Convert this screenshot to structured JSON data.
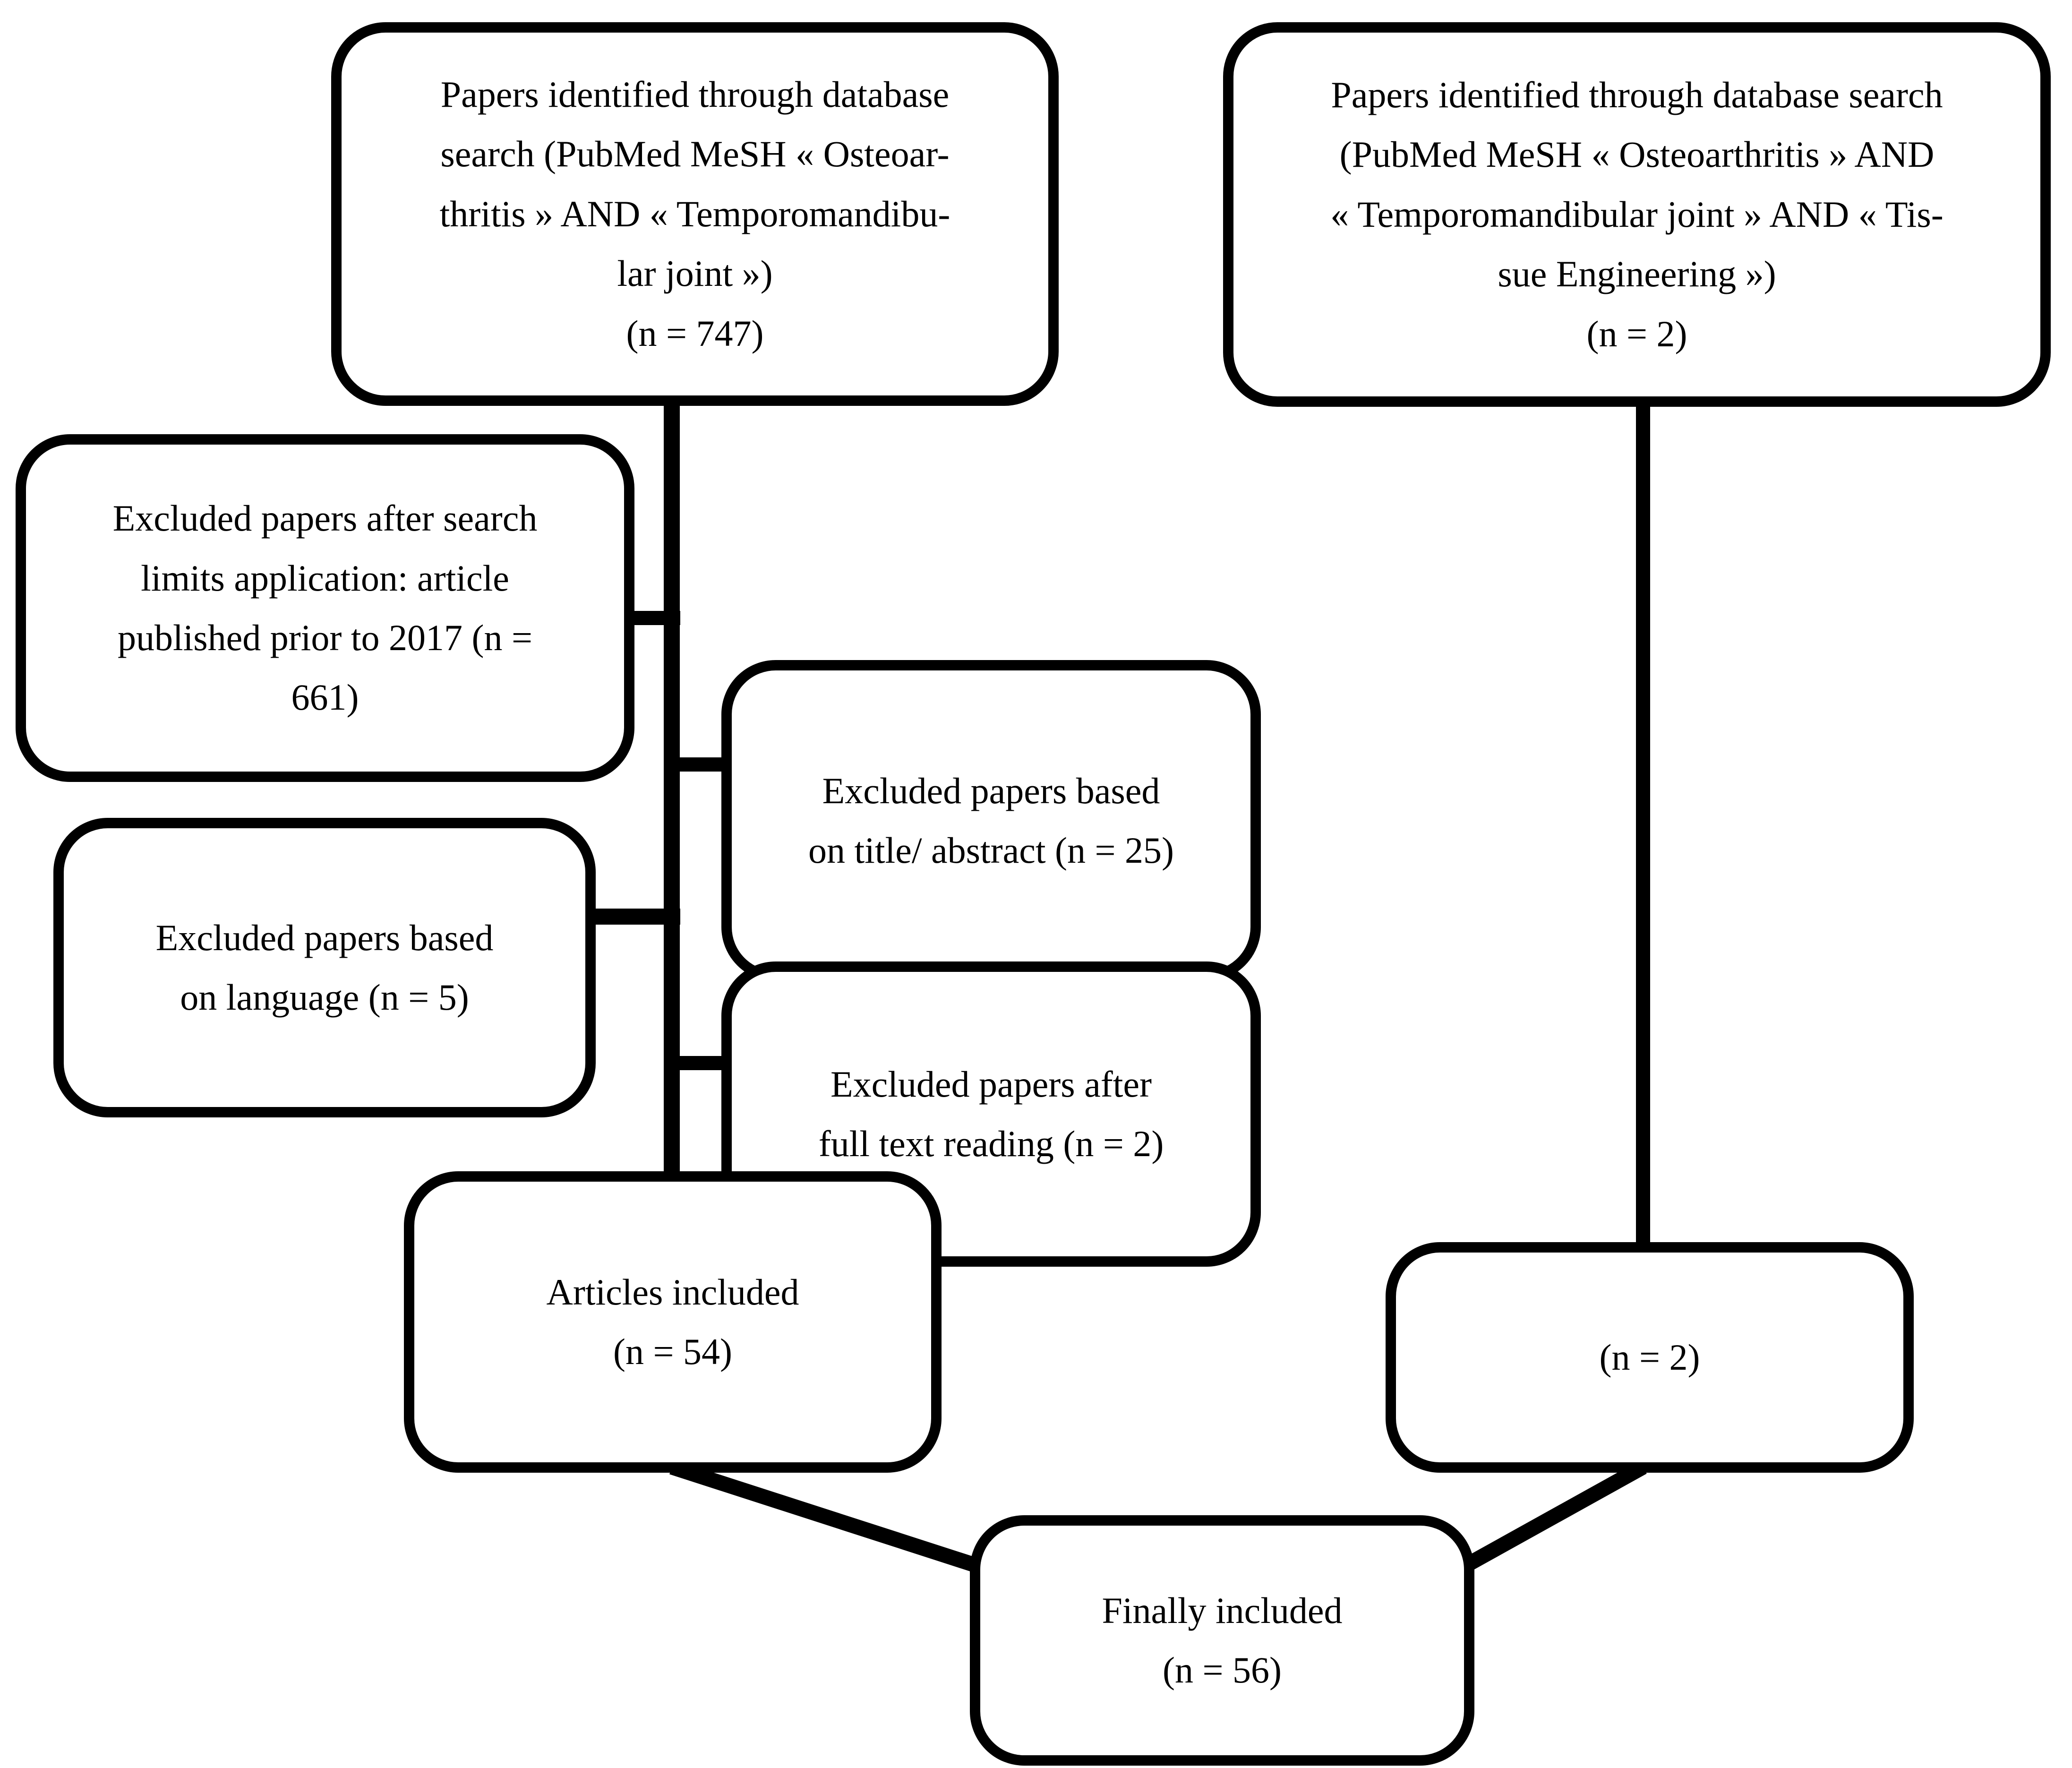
{
  "diagram": {
    "type": "prisma-flow-diagram",
    "background_color": "#ffffff",
    "stroke_color": "#000000",
    "text_color": "#000000"
  },
  "nodes": {
    "source_left": {
      "name": "papers-identified-osteoarthritis-tmj",
      "lines": [
        "Papers identified through database",
        "search (PubMed MeSH « Osteoar-",
        "thritis » AND « Temporomandibu-",
        "lar joint »)",
        "(n = 747)"
      ],
      "count_label": "(n = 747)",
      "count": 747
    },
    "source_right": {
      "name": "papers-identified-tissue-engineering",
      "lines": [
        "Papers identified through database search",
        "(PubMed MeSH « Osteoarthritis » AND",
        "« Temporomandibular joint » AND « Tis-",
        "sue Engineering »)",
        "(n = 2)"
      ],
      "count_label": "(n = 2)",
      "count": 2
    },
    "excluded_search_limits": {
      "name": "excluded-after-search-limits",
      "lines": [
        "Excluded papers after search",
        "limits application: article",
        "published prior to 2017 (n =",
        "661)"
      ],
      "count_label": "(n = 661)",
      "count": 661
    },
    "excluded_language": {
      "name": "excluded-based-on-language",
      "lines": [
        "Excluded papers based",
        "on language (n = 5)"
      ],
      "count_label": "(n = 5)",
      "count": 5
    },
    "excluded_title_abstract": {
      "name": "excluded-based-on-title-abstract",
      "lines": [
        "Excluded papers based",
        "on title/ abstract (n = 25)"
      ],
      "count_label": "(n = 25)",
      "count": 25
    },
    "excluded_full_text": {
      "name": "excluded-after-full-text-reading",
      "lines": [
        "Excluded papers after",
        "full text reading (n = 2)"
      ],
      "count_label": "(n = 2)",
      "count": 2
    },
    "articles_included": {
      "name": "articles-included",
      "lines": [
        "Articles included",
        "(n = 54)"
      ],
      "count_label": "(n = 54)",
      "count": 54
    },
    "right_included": {
      "name": "right-branch-included",
      "lines": [
        "(n = 2)"
      ],
      "count_label": "(n = 2)",
      "count": 2
    },
    "finally_included": {
      "name": "finally-included",
      "lines": [
        "Finally included",
        "(n = 56)"
      ],
      "count_label": "(n = 56)",
      "count": 56
    }
  }
}
